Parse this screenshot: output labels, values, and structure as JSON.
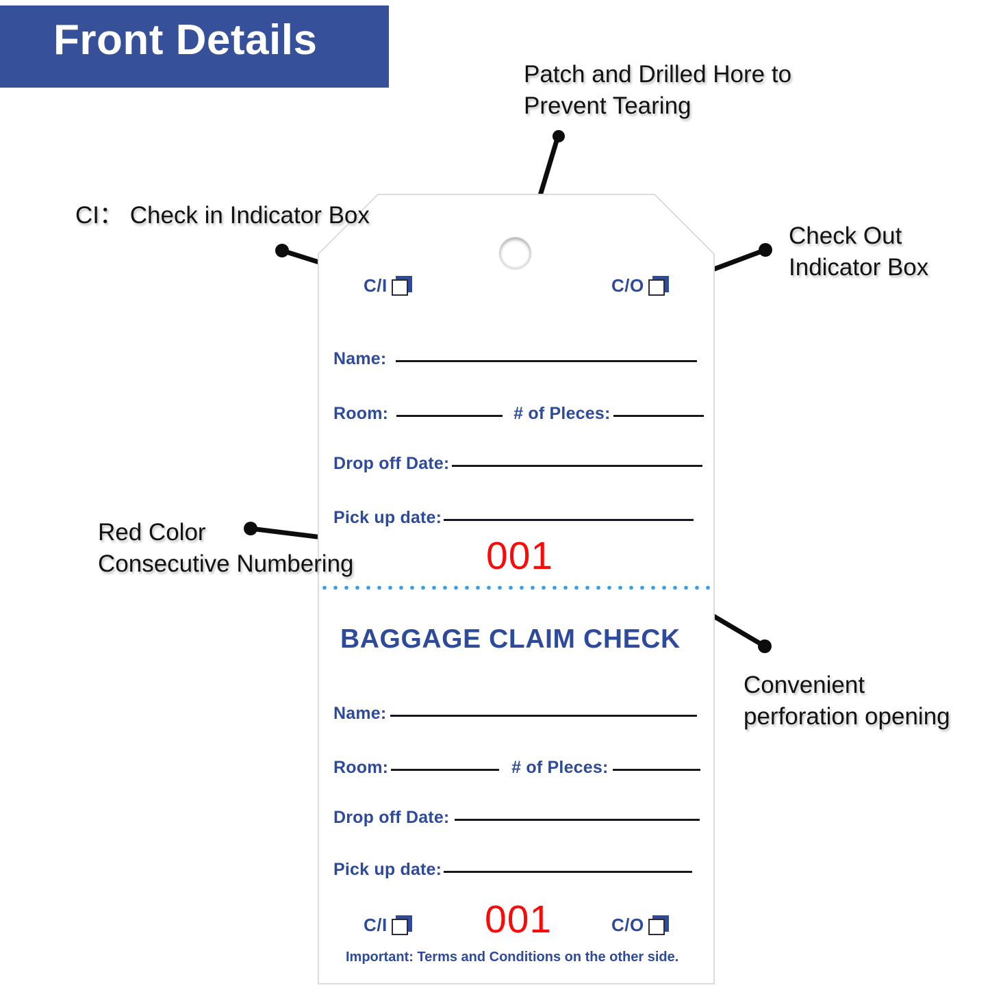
{
  "header": {
    "title": "Front Details",
    "banner_color": "#36509A"
  },
  "annotations": [
    {
      "id": "patch",
      "text": "Patch and Drilled Hore to\nPrevent Tearing"
    },
    {
      "id": "checkin",
      "text": "CI：  Check in Indicator Box"
    },
    {
      "id": "checkout",
      "text": "Check Out\nIndicator Box"
    },
    {
      "id": "rednumber",
      "text": "Red Color\nConsecutive Numbering"
    },
    {
      "id": "perf",
      "text": "Convenient\nperforation opening"
    }
  ],
  "tag": {
    "colors": {
      "ink_blue": "#2E4B9B",
      "serial_red": "#FC0909",
      "perforation_blue": "#3A9FD8"
    },
    "top_section": {
      "check_in_label": "C/I",
      "check_out_label": "C/O",
      "fields": [
        {
          "label": "Name:"
        },
        {
          "label": "Room:"
        },
        {
          "label": "# of Pleces:"
        },
        {
          "label": "Drop off Date:"
        },
        {
          "label": "Pick up date:"
        }
      ],
      "serial": "001"
    },
    "bottom_section": {
      "title": "BAGGAGE CLAIM  CHECK",
      "fields": [
        {
          "label": "Name:"
        },
        {
          "label": "Room:"
        },
        {
          "label": "# of Pleces:"
        },
        {
          "label": "Drop off Date:"
        },
        {
          "label": "Pick up date:"
        }
      ],
      "check_in_label": "C/I",
      "check_out_label": "C/O",
      "serial": "001",
      "footer_note": "Important: Terms and Conditions on the other side."
    }
  }
}
